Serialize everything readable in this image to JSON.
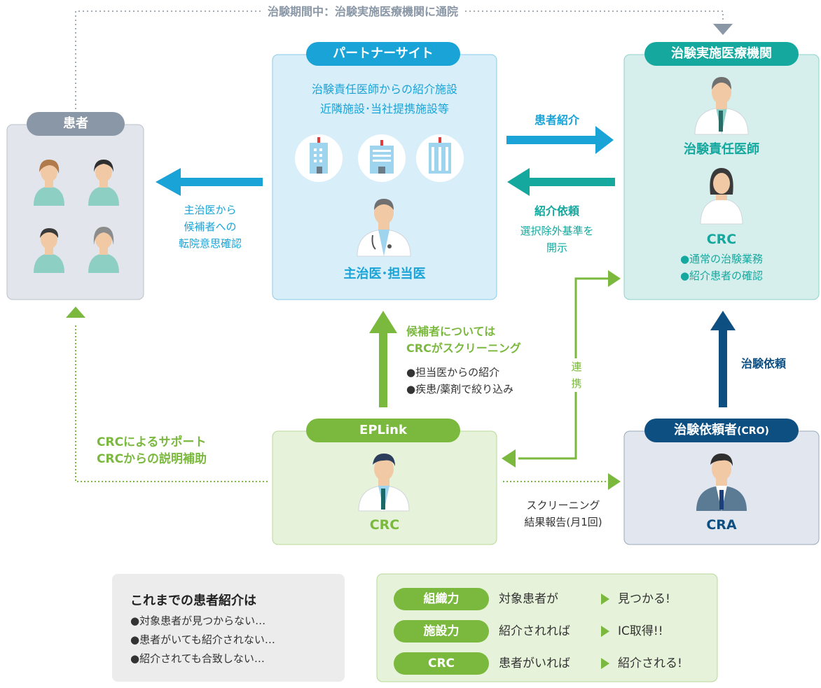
{
  "top_note": "治験期間中：治験実施医療機関に通院",
  "patient": {
    "tab": "患者"
  },
  "partner": {
    "tab": "パートナーサイト",
    "line1": "治験責任医師からの紹介施設",
    "line2": "近隣施設･当社提携施設等",
    "doctor": "主治医･担当医"
  },
  "institution": {
    "tab": "治験実施医療機関",
    "investigator": "治験責任医師",
    "crc": "CRC",
    "duty1": "●通常の治験業務",
    "duty2": "●紹介患者の確認"
  },
  "eplink": {
    "tab": "EPLink",
    "crc": "CRC"
  },
  "sponsor": {
    "tab_main": "治験依頼者",
    "tab_sub": "(CRO)",
    "cra": "CRA"
  },
  "arrows": {
    "to_patient": [
      "主治医から",
      "候補者への",
      "転院意思確認"
    ],
    "referral": "患者紹介",
    "request": "紹介依頼",
    "request_sub": [
      "選択除外基準を",
      "開示"
    ],
    "screening_title": [
      "候補者については",
      "CRCがスクリーニング"
    ],
    "screening_items": [
      "●担当医からの紹介",
      "●疾患/薬剤で絞り込み"
    ],
    "cooperation": [
      "連",
      "携"
    ],
    "trial_request": "治験依頼",
    "support": [
      "CRCによるサポート",
      "CRCからの説明補助"
    ],
    "report": [
      "スクリーニング",
      "結果報告(月1回)"
    ]
  },
  "bottom_left": {
    "title": "これまでの患者紹介は",
    "items": [
      "●対象患者が見つからない…",
      "●患者がいても紹介されない…",
      "●紹介されても合致しない…"
    ]
  },
  "bottom_right": {
    "rows": [
      {
        "pill": "組織力",
        "text": "対象患者が",
        "result": "見つかる!"
      },
      {
        "pill": "施設力",
        "text": "紹介されれば",
        "result": "IC取得!!"
      },
      {
        "pill": "CRC",
        "text": "患者がいれば",
        "result": "紹介される!"
      }
    ]
  },
  "colors": {
    "blue": "#1aa3d6",
    "teal": "#14a89e",
    "green": "#7ab93e",
    "navy": "#0e4f82",
    "gray_tab": "#8a97a6"
  }
}
